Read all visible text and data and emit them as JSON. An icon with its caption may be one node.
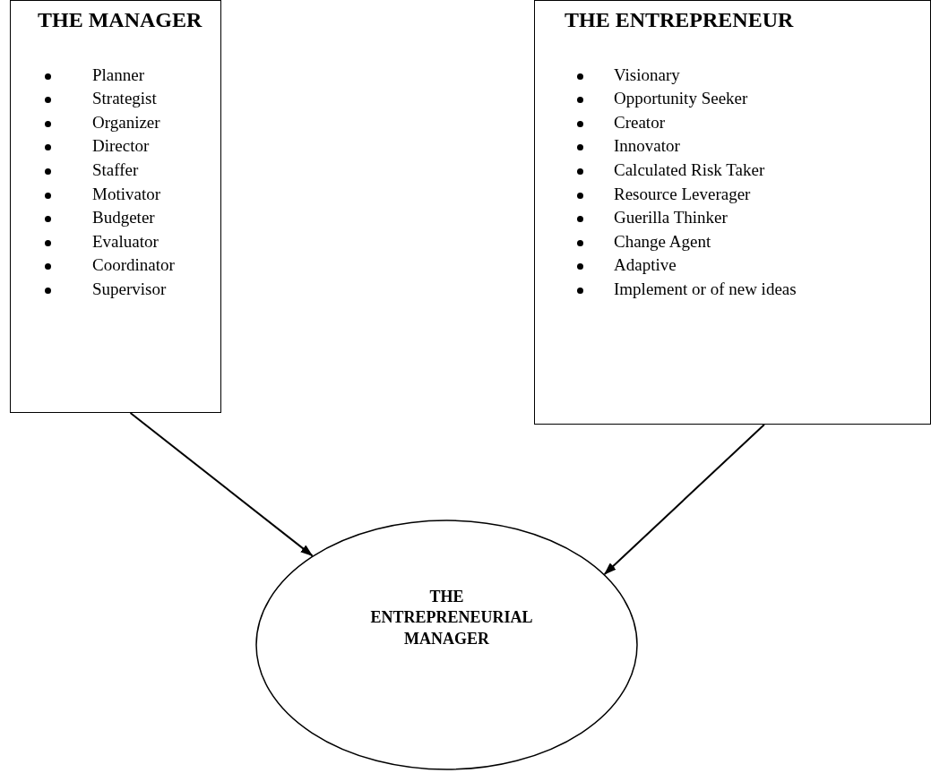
{
  "diagram": {
    "nodes": [
      {
        "text": [
          "THE MANAGER",
          "Planner",
          "Strategist",
          "Organizer",
          "Director",
          "Staffer",
          "Motivator",
          "Budgeter",
          "Evaluator",
          "Coordinator",
          "Supervisor"
        ]
      },
      {
        "text": [
          "THE ENTREPRENEUR",
          "Visionary",
          "Opportunity Seeker",
          "Creator",
          "Innovator",
          "Calculated Risk Taker",
          "Resource Leverager",
          "Guerilla Thinker",
          "Change Agent",
          "Adaptive",
          "Implement or of new ideas"
        ]
      },
      {
        "text": [
          "THE ENTREPRENEURIAL MANAGER"
        ]
      }
    ],
    "edges": [
      {
        "from": 0,
        "to": 2,
        "arrow": "to"
      },
      {
        "from": 1,
        "to": 2,
        "arrow": "to"
      }
    ]
  }
}
